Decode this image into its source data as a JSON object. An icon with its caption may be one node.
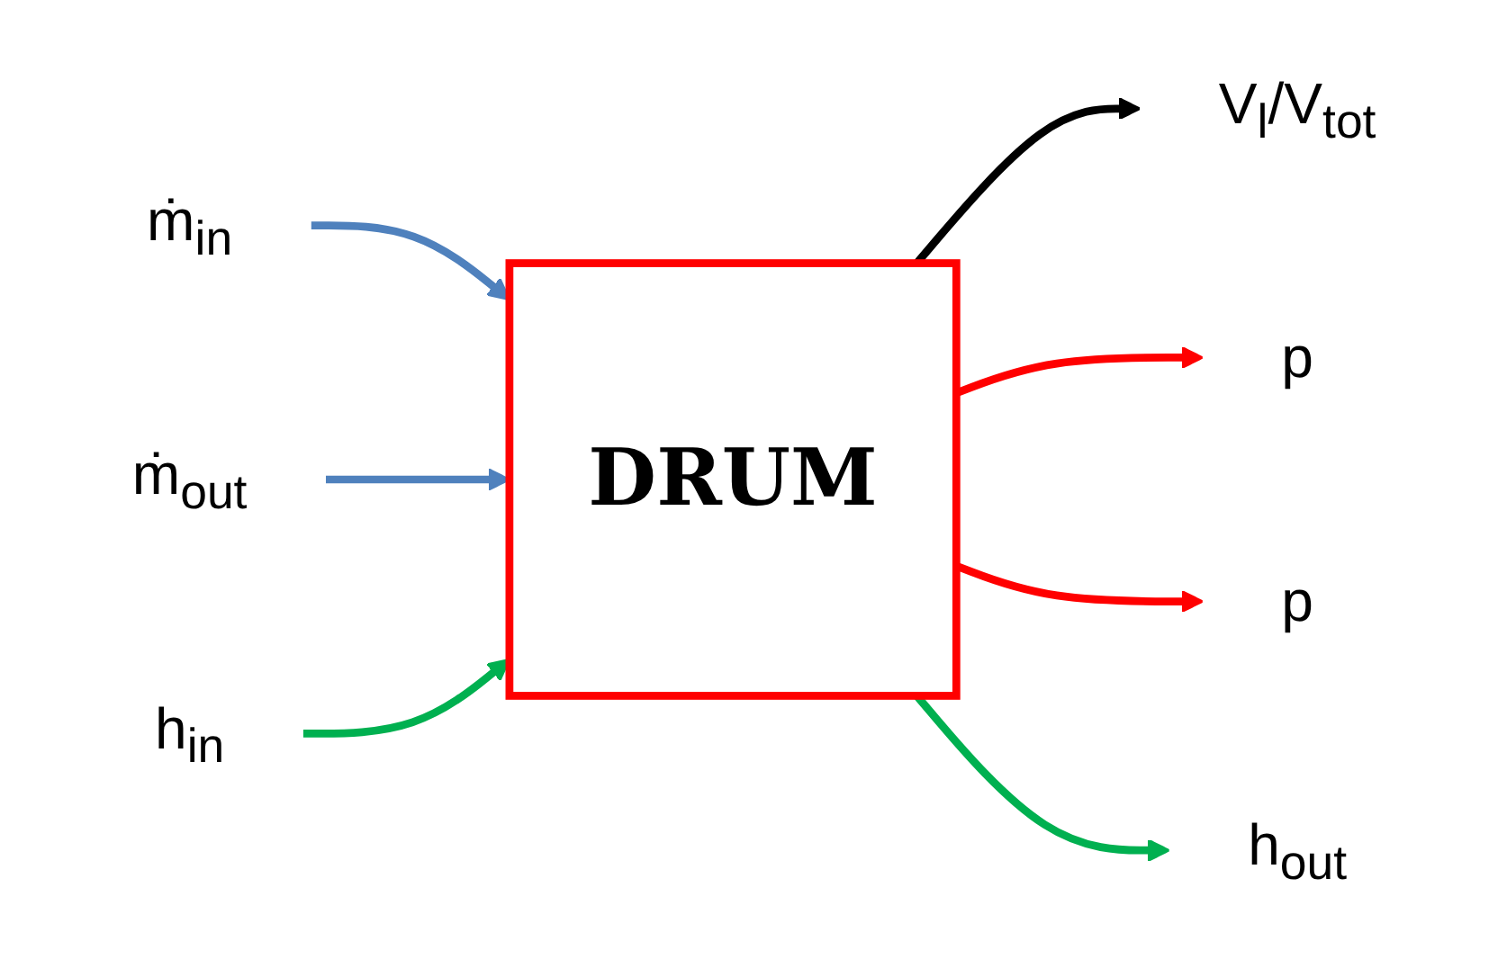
{
  "diagram": {
    "nodes": [
      {
        "text": [
          "V$_{l}$/V$_{tot}$"
        ]
      },
      {
        "text": [
          "ṁ$_{in}$"
        ]
      },
      {
        "text": [
          "ṁ$_{out}$"
        ]
      },
      {
        "text": [
          "DRUM"
        ]
      },
      {
        "text": [
          "p"
        ]
      },
      {
        "text": [
          "p"
        ]
      },
      {
        "text": [
          "h$_{in}$"
        ]
      },
      {
        "text": [
          "h$_{out}$"
        ]
      }
    ],
    "edges": [
      {
        "from": 3,
        "to": 0,
        "arrow": "to",
        "color": "#000000"
      },
      {
        "from": 1,
        "to": 3,
        "arrow": "to",
        "color": "#4f81bd"
      },
      {
        "from": 2,
        "to": 3,
        "arrow": "to",
        "color": "#4f81bd"
      },
      {
        "from": 3,
        "to": 4,
        "arrow": "to",
        "color": "#ff0000"
      },
      {
        "from": 3,
        "to": 5,
        "arrow": "to",
        "color": "#ff0000"
      },
      {
        "from": 6,
        "to": 3,
        "arrow": "to",
        "color": "#00b050"
      },
      {
        "from": 3,
        "to": 7,
        "arrow": "to",
        "color": "#00b050"
      }
    ]
  }
}
